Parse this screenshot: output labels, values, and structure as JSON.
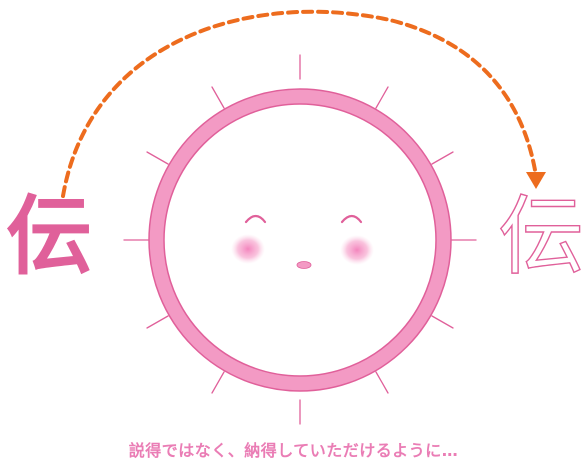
{
  "left_character": "伝",
  "right_character": "伝",
  "caption": "説得ではなく、納得していただけるように…",
  "colors": {
    "ring": "#f39ac4",
    "ring_outline": "#e0609a",
    "rays": "#e0609a",
    "cheeks": "#f7a9cf",
    "arrow": "#ed6c1e",
    "caption": "#ea7db5",
    "character": "#e0609a"
  },
  "icons": [
    "sun-face",
    "dashed-curved-arrow"
  ]
}
